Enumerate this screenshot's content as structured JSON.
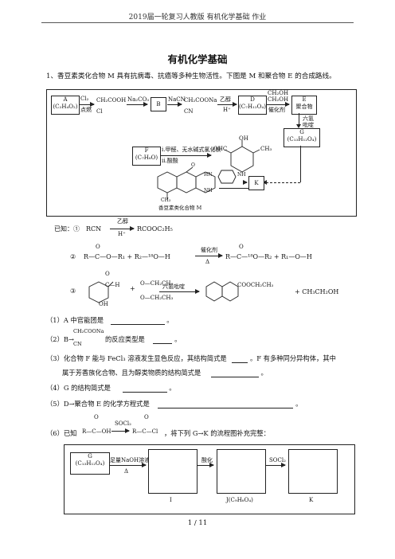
{
  "header": "2019届一轮复习人教版 有机化学基础 作业",
  "title": "有机化学基础",
  "q1_intro": "1、香豆素类化合物 M 具有抗病毒、抗癌等多种生物活性。下图是 M 和聚合物 E 的合成路线。",
  "scheme": {
    "A_label": "A",
    "A_formula": "(C₂H₄O₂)",
    "cond1_top": "Cl₂",
    "cond1_bot": "点燃",
    "int1_top": "CH₂COOH",
    "int1_bot": "Cl",
    "cond2": "Na₂CO₃",
    "B_label": "B",
    "cond3": "NaCN",
    "int2_top": "CH₂COONa",
    "int2_bot": "CN",
    "cond4_top": "乙醇",
    "cond4_bot": "H⁺",
    "D_label": "D",
    "D_formula": "(C₇H₁₂O₄)",
    "cond5_top1": "CH₂OH",
    "cond5_top2": "CH₂OH",
    "cond5_bot": "催化剂",
    "E_label": "E",
    "E_name": "聚合物",
    "cond6_a": "六氢",
    "cond6_b": "吡啶",
    "G_label": "G",
    "G_formula": "(C₁₃H₁₂O₄)",
    "F_label": "F",
    "F_formula": "(C₇H₈O)",
    "cond7_a": "i.甲醛、无水碱式氯化镁",
    "cond7_b": "ii.酸酸",
    "sal_ohc": "OHC",
    "sal_oh": "OH",
    "sal_ch3": "CH₃",
    "K_label": "K",
    "pip_hn": "HN",
    "pip_nh": "NH",
    "M_caption": "香豆素类化合物 M",
    "M_ch3": "CH₃",
    "M_o": "O",
    "M_nh": "NH"
  },
  "known": {
    "label": "已知：①",
    "r1_left": "RCN",
    "r1_top": "乙醇",
    "r1_bot": "H⁺",
    "r1_right": "RCOOC₂H₅",
    "r2_num": "②",
    "r2_left": "R—C—O—R₁ + R₂—¹⁸O—H",
    "r2_cond": "催化剂",
    "r2_delta": "Δ",
    "r2_right": "R—C—¹⁸O—R₂ + R₁—O—H",
    "r3_num": "③",
    "r3_cho": "C—H",
    "r3_oh": "OH",
    "r3_ester1": "O—CH₂CH₃",
    "r3_ester2": "O—CH₂CH₃",
    "r3_cond": "六氢吡啶",
    "r3_prod": "COOCH₂CH₃",
    "r3_plus": "+ CH₃CH₂OH",
    "o": "O"
  },
  "questions": {
    "q1": "（1）A 中官能团是",
    "q1_end": "。",
    "q2_a": "（2）B→",
    "q2_top": "CH₂COONa",
    "q2_bot": "CN",
    "q2_b": "的反应类型是",
    "q2_end": "。",
    "q3_a": "（3）化合物 F 能与 FeCl₃ 溶液发生显色反应，其结构简式是",
    "q3_b": "。F 有多种同分异构体，其中",
    "q3_c": "属于芳香族化合物、且为醇类物质的结构简式是",
    "q3_end": "。",
    "q4": "（4）G 的结构简式是",
    "q4_end": "。",
    "q5": "（5）D→聚合物 E 的化学方程式是",
    "q5_end": "。",
    "q6_a": "（6）已知",
    "q6_r1": "R—C—OH",
    "q6_cond": "SOCl₂",
    "q6_r2": "R—C—Cl",
    "q6_b": "，将下列 G→K 的流程图补充完整："
  },
  "flow": {
    "G_label": "G",
    "G_formula": "(C₁₃H₁₂O₄)",
    "arrow1_top": "足量NaOH溶液",
    "arrow1_bot": "Δ",
    "arrow2": "酸化",
    "arrow3": "SOCl₂",
    "cap_I": "I",
    "cap_J": "J(C₉H₈O₄)",
    "cap_K": "K"
  },
  "footer": "1 / 11"
}
